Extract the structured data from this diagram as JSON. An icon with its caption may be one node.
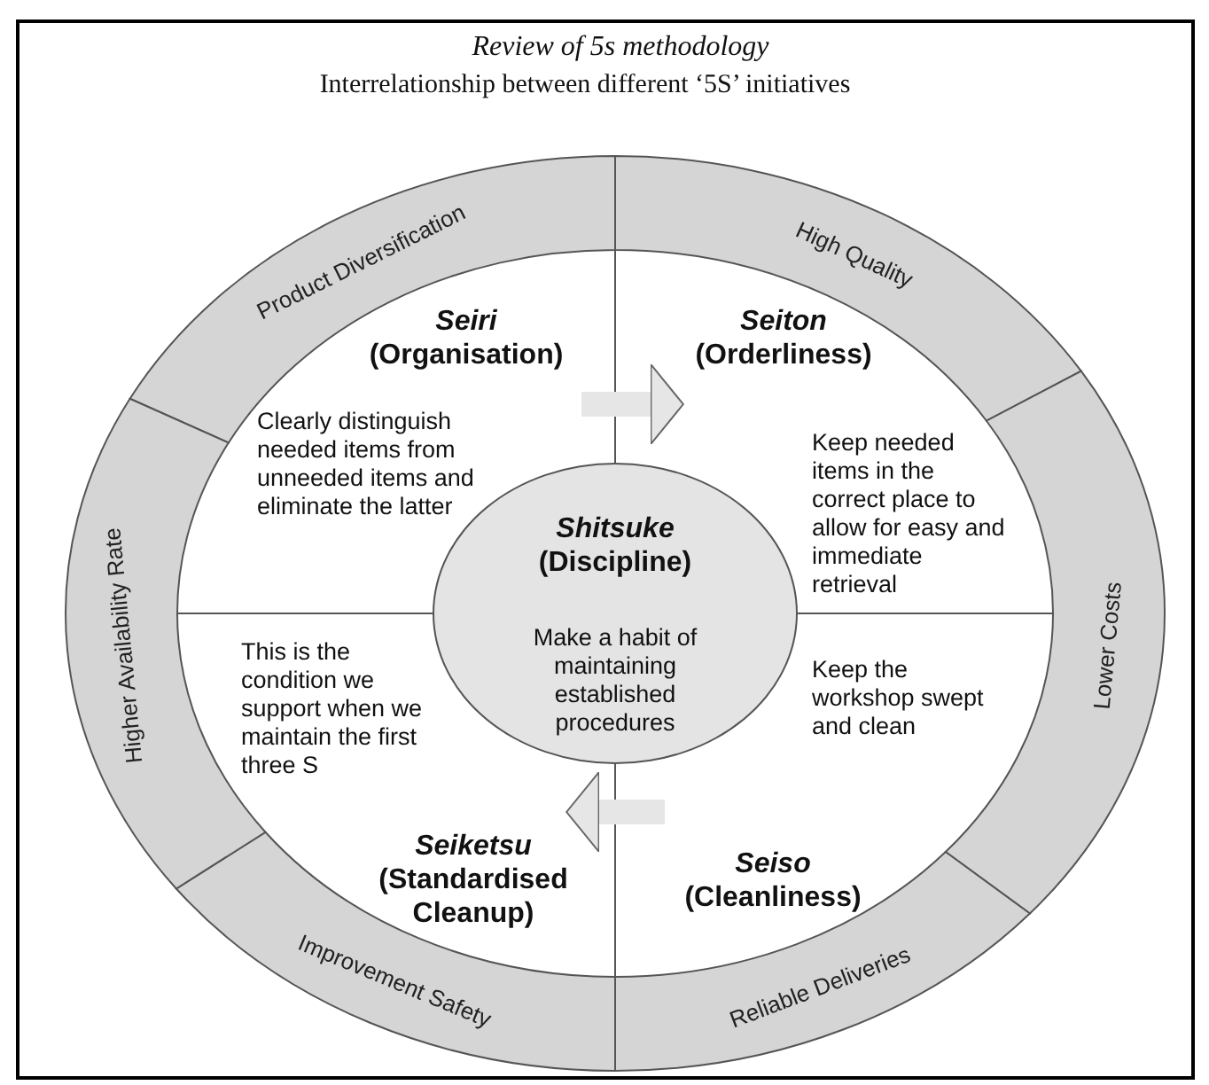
{
  "diagram": {
    "title": "Review of 5s methodology",
    "caption": "Interrelationship between different ‘5S’ initiatives",
    "nodes": [
      {
        "text": [
          "*Seiri* (Organisation)",
          "Clearly distinguish needed items from unneeded items and eliminate the latter"
        ]
      },
      {
        "text": [
          "*Seiton* (Orderliness)",
          "Keep needed items in the correct place to allow for easy and immediate retrieval"
        ]
      },
      {
        "text": [
          "*Shitsuke* (Discipline)",
          "Make a habit of maintaining established procedures"
        ]
      },
      {
        "text": [
          "This is the condition we support when we maintain the first three S",
          "*Seiketsu* (Standardised Cleanup)"
        ]
      },
      {
        "text": [
          "Keep the workshop swept and clean",
          "*Seiso* (Cleanliness)"
        ]
      },
      {
        "text": [
          "Product Diversification"
        ]
      },
      {
        "text": [
          "High Quality"
        ]
      },
      {
        "text": [
          "Lower Costs"
        ]
      },
      {
        "text": [
          "Reliable Deliveries"
        ]
      },
      {
        "text": [
          "Improvement Safety"
        ]
      },
      {
        "text": [
          "Higher Availability Rate"
        ]
      }
    ],
    "edges": [
      {
        "from": 0,
        "to": 1,
        "arrow": "to"
      },
      {
        "from": 4,
        "to": 3,
        "arrow": "to"
      }
    ]
  }
}
